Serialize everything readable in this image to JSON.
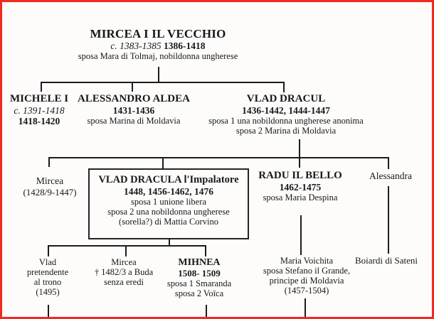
{
  "diagram": {
    "type": "family-tree",
    "language": "Italian",
    "accent_border_color": "#f02a1e",
    "line_color": "#1c1c1c",
    "nodes": {
      "mircea1": {
        "name": "MIRCEA I IL VECCHIO",
        "dates_circa": "c. 1383-1385",
        "dates": "1386-1418",
        "spouse": "sposa Mara di Tolmaj, nobildonna ungherese"
      },
      "michele1": {
        "name": "MICHELE I",
        "dates_circa": "c. 1391-1418",
        "dates": "1418-1420"
      },
      "aldea": {
        "name": "ALESSANDRO ALDEA",
        "dates": "1431-1436",
        "spouse": "sposa Marina di Moldavia"
      },
      "dracul": {
        "name": "VLAD DRACUL",
        "dates": "1436-1442, 1444-1447",
        "spouse1": "sposa 1 una nobildonna ungherese anonima",
        "spouse2": "sposa 2 Marina di Moldavia"
      },
      "mircea2": {
        "name": "Mircea",
        "dates": "(1428/9-1447)"
      },
      "dracula": {
        "name": "VLAD DRACULA",
        "epithet": "l'Impalatore",
        "dates": "1448, 1456-1462, 1476",
        "spouse1": "sposa 1 unione libera",
        "spouse2": "sposa 2 una nobildonna ungherese",
        "spouse2b": "(sorella?) di Mattia Corvino"
      },
      "radu": {
        "name": "RADU IL BELLO",
        "dates": "1462-1475",
        "spouse": "sposa Maria Despina"
      },
      "alessandra": {
        "name": "Alessandra"
      },
      "vlad_pretendente": {
        "l1": "Vlad",
        "l2": "pretendente",
        "l3": "al trono",
        "l4": "(1495)"
      },
      "mircea_buda": {
        "l1": "Mircea",
        "l2": "† 1482/3 a Buda",
        "l3": "senza eredi"
      },
      "mihnea": {
        "name": "MIHNEA",
        "dates": "1508- 1509",
        "spouse1": "sposa 1 Smaranda",
        "spouse2": "sposa 2 Voïca"
      },
      "maria_voichita": {
        "l1": "Maria Voichita",
        "l2": "sposa Stefano il Grande,",
        "l3": "principe di Moldavia",
        "l4": "(1457-1504)"
      },
      "boiardi": {
        "l1": "Boiardi di Sateni"
      }
    }
  }
}
